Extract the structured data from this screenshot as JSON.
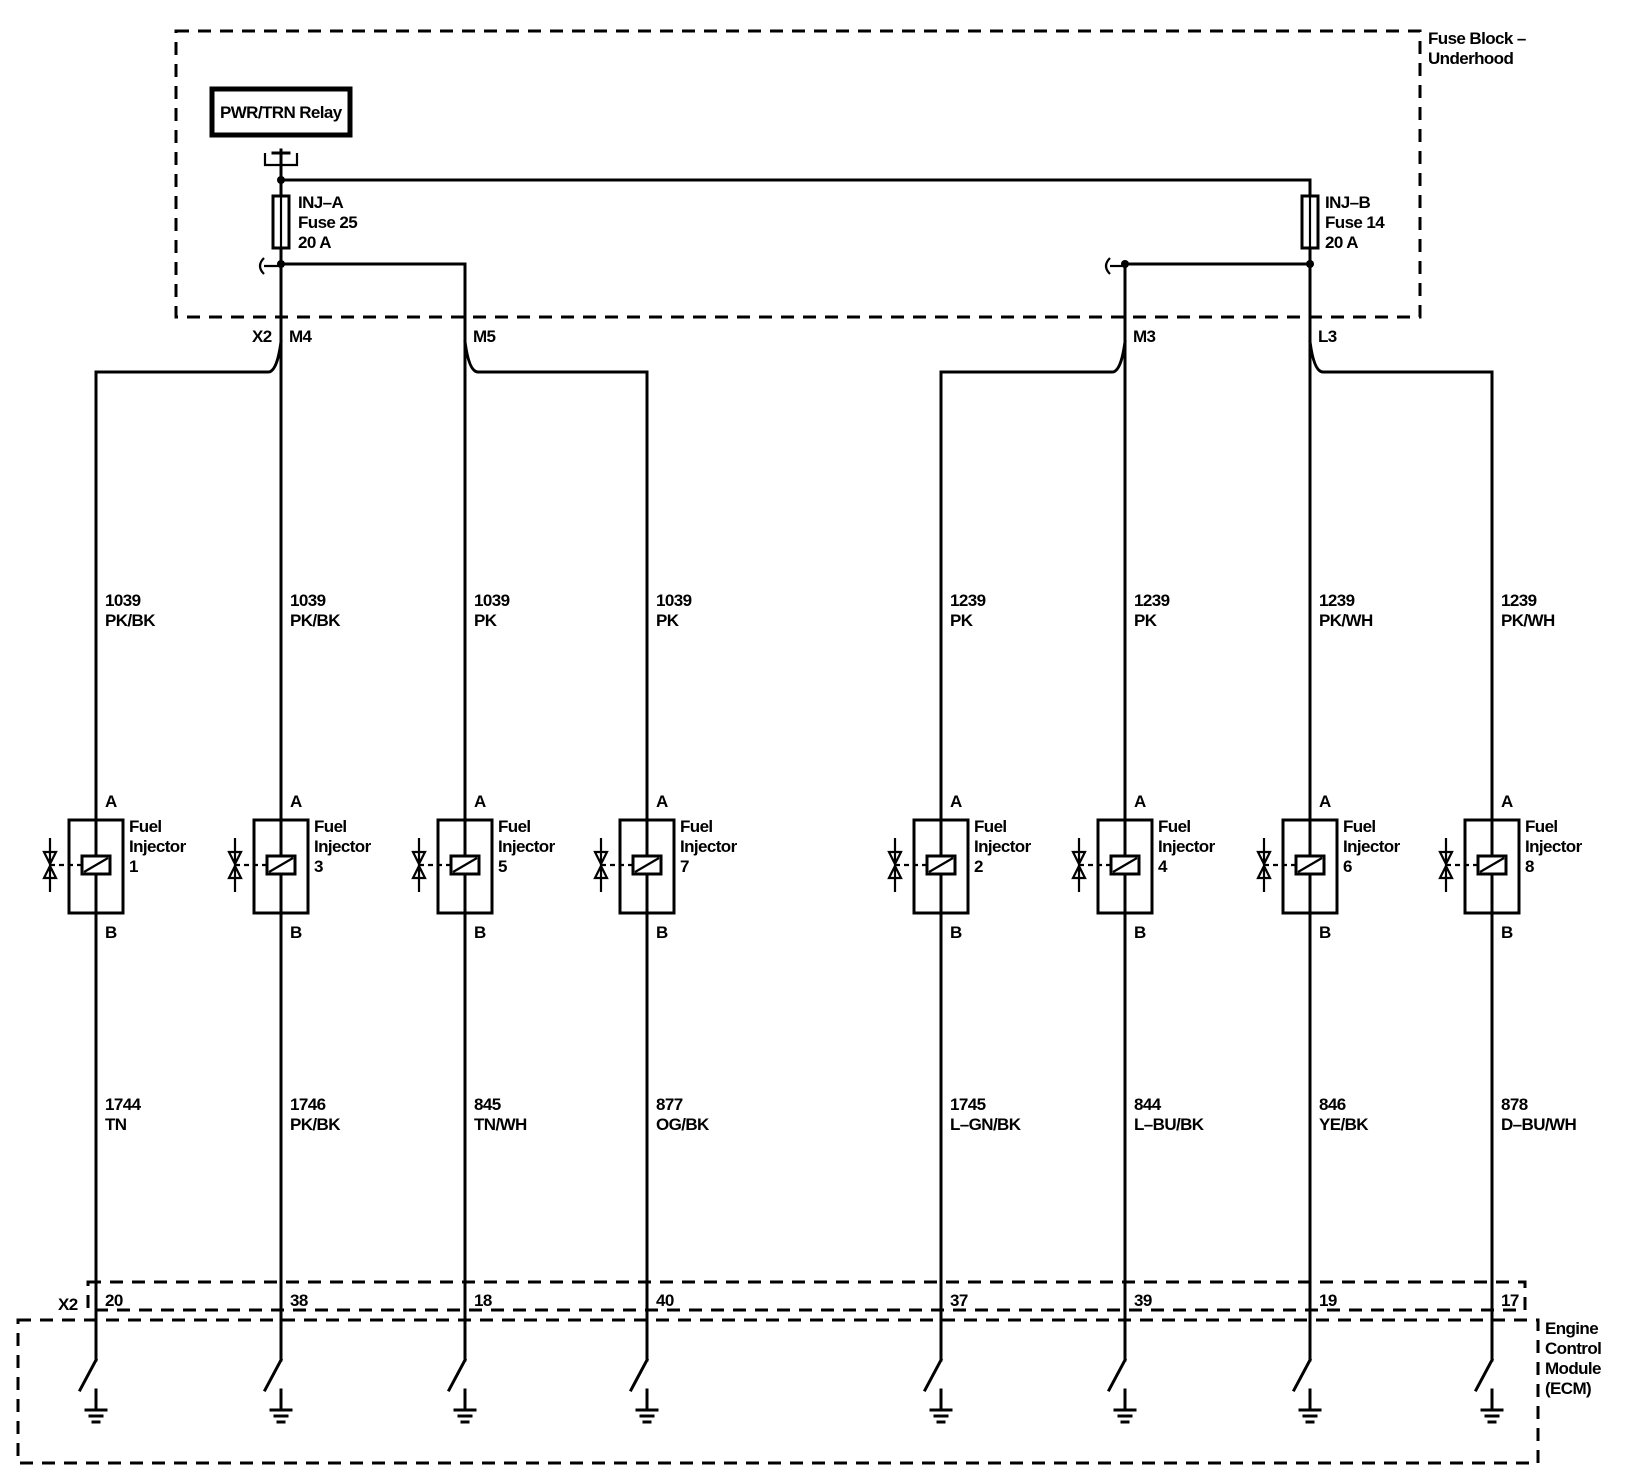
{
  "fuse_block": {
    "title_line1": "Fuse Block –",
    "title_line2": "Underhood"
  },
  "relay": {
    "label": "PWR/TRN Relay"
  },
  "fuses": [
    {
      "name": "INJ–A",
      "fuse": "Fuse 25",
      "rating": "20 A"
    },
    {
      "name": "INJ–B",
      "fuse": "Fuse 14",
      "rating": "20 A"
    }
  ],
  "connector_labels": {
    "x2_top": "X2",
    "m4": "M4",
    "m5": "M5",
    "m3": "M3",
    "l3": "L3",
    "x2_bottom": "X2"
  },
  "injectors": [
    {
      "line1": "Fuel",
      "line2": "Injector",
      "number": "1",
      "pin_a": "A",
      "pin_b": "B",
      "wire_a_circuit": "1039",
      "wire_a_color": "PK/BK",
      "wire_b_circuit": "1744",
      "wire_b_color": "TN",
      "ecm_pin": "20"
    },
    {
      "line1": "Fuel",
      "line2": "Injector",
      "number": "3",
      "pin_a": "A",
      "pin_b": "B",
      "wire_a_circuit": "1039",
      "wire_a_color": "PK/BK",
      "wire_b_circuit": "1746",
      "wire_b_color": "PK/BK",
      "ecm_pin": "38"
    },
    {
      "line1": "Fuel",
      "line2": "Injector",
      "number": "5",
      "pin_a": "A",
      "pin_b": "B",
      "wire_a_circuit": "1039",
      "wire_a_color": "PK",
      "wire_b_circuit": "845",
      "wire_b_color": "TN/WH",
      "ecm_pin": "18"
    },
    {
      "line1": "Fuel",
      "line2": "Injector",
      "number": "7",
      "pin_a": "A",
      "pin_b": "B",
      "wire_a_circuit": "1039",
      "wire_a_color": "PK",
      "wire_b_circuit": "877",
      "wire_b_color": "OG/BK",
      "ecm_pin": "40"
    },
    {
      "line1": "Fuel",
      "line2": "Injector",
      "number": "2",
      "pin_a": "A",
      "pin_b": "B",
      "wire_a_circuit": "1239",
      "wire_a_color": "PK",
      "wire_b_circuit": "1745",
      "wire_b_color": "L–GN/BK",
      "ecm_pin": "37"
    },
    {
      "line1": "Fuel",
      "line2": "Injector",
      "number": "4",
      "pin_a": "A",
      "pin_b": "B",
      "wire_a_circuit": "1239",
      "wire_a_color": "PK",
      "wire_b_circuit": "844",
      "wire_b_color": "L–BU/BK",
      "ecm_pin": "39"
    },
    {
      "line1": "Fuel",
      "line2": "Injector",
      "number": "6",
      "pin_a": "A",
      "pin_b": "B",
      "wire_a_circuit": "1239",
      "wire_a_color": "PK/WH",
      "wire_b_circuit": "846",
      "wire_b_color": "YE/BK",
      "ecm_pin": "19"
    },
    {
      "line1": "Fuel",
      "line2": "Injector",
      "number": "8",
      "pin_a": "A",
      "pin_b": "B",
      "wire_a_circuit": "1239",
      "wire_a_color": "PK/WH",
      "wire_b_circuit": "878",
      "wire_b_color": "D–BU/WH",
      "ecm_pin": "17"
    }
  ],
  "ecm": {
    "line1": "Engine",
    "line2": "Control",
    "line3": "Module",
    "line4": "(ECM)"
  }
}
